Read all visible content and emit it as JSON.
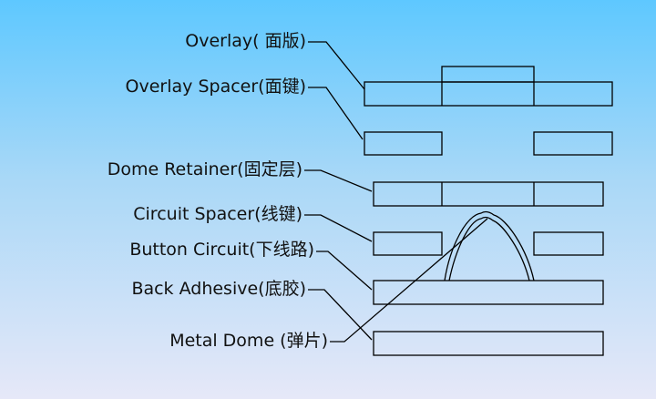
{
  "labels": {
    "overlay": "Overlay( 面版)",
    "overlay_spacer": "Overlay Spacer(面键)",
    "dome_retainer": "Dome Retainer(固定层)",
    "circuit_spacer": "Circuit Spacer(线键)",
    "button_circuit": "Button Circuit(下线路)",
    "back_adhesive": "Back Adhesive(底胶)",
    "metal_dome": "Metal Dome (弹片)"
  },
  "colors": {
    "background_top": "#5ec8ff",
    "background_bottom": "#e6e8f8",
    "line": "#000000"
  }
}
